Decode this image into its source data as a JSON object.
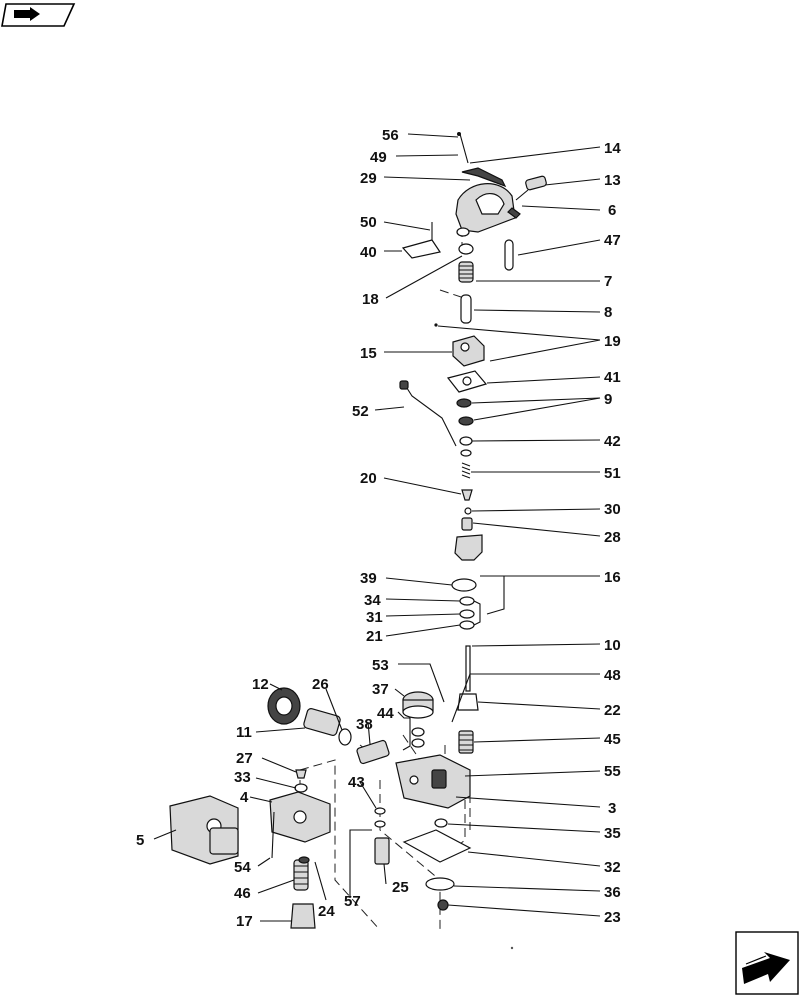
{
  "header": {
    "icon": "book-arrow-icon"
  },
  "footer": {
    "icon": "next-page-arrow-icon"
  },
  "callouts": [
    "56",
    "49",
    "14",
    "29",
    "13",
    "6",
    "50",
    "47",
    "40",
    "7",
    "18",
    "8",
    "19",
    "15",
    "41",
    "9",
    "52",
    "42",
    "51",
    "20",
    "30",
    "28",
    "39",
    "16",
    "34",
    "31",
    "21",
    "10",
    "53",
    "48",
    "12",
    "26",
    "37",
    "22",
    "44",
    "11",
    "38",
    "45",
    "27",
    "55",
    "43",
    "33",
    "4",
    "3",
    "35",
    "5",
    "32",
    "54",
    "46",
    "36",
    "57",
    "25",
    "24",
    "17",
    "23"
  ]
}
